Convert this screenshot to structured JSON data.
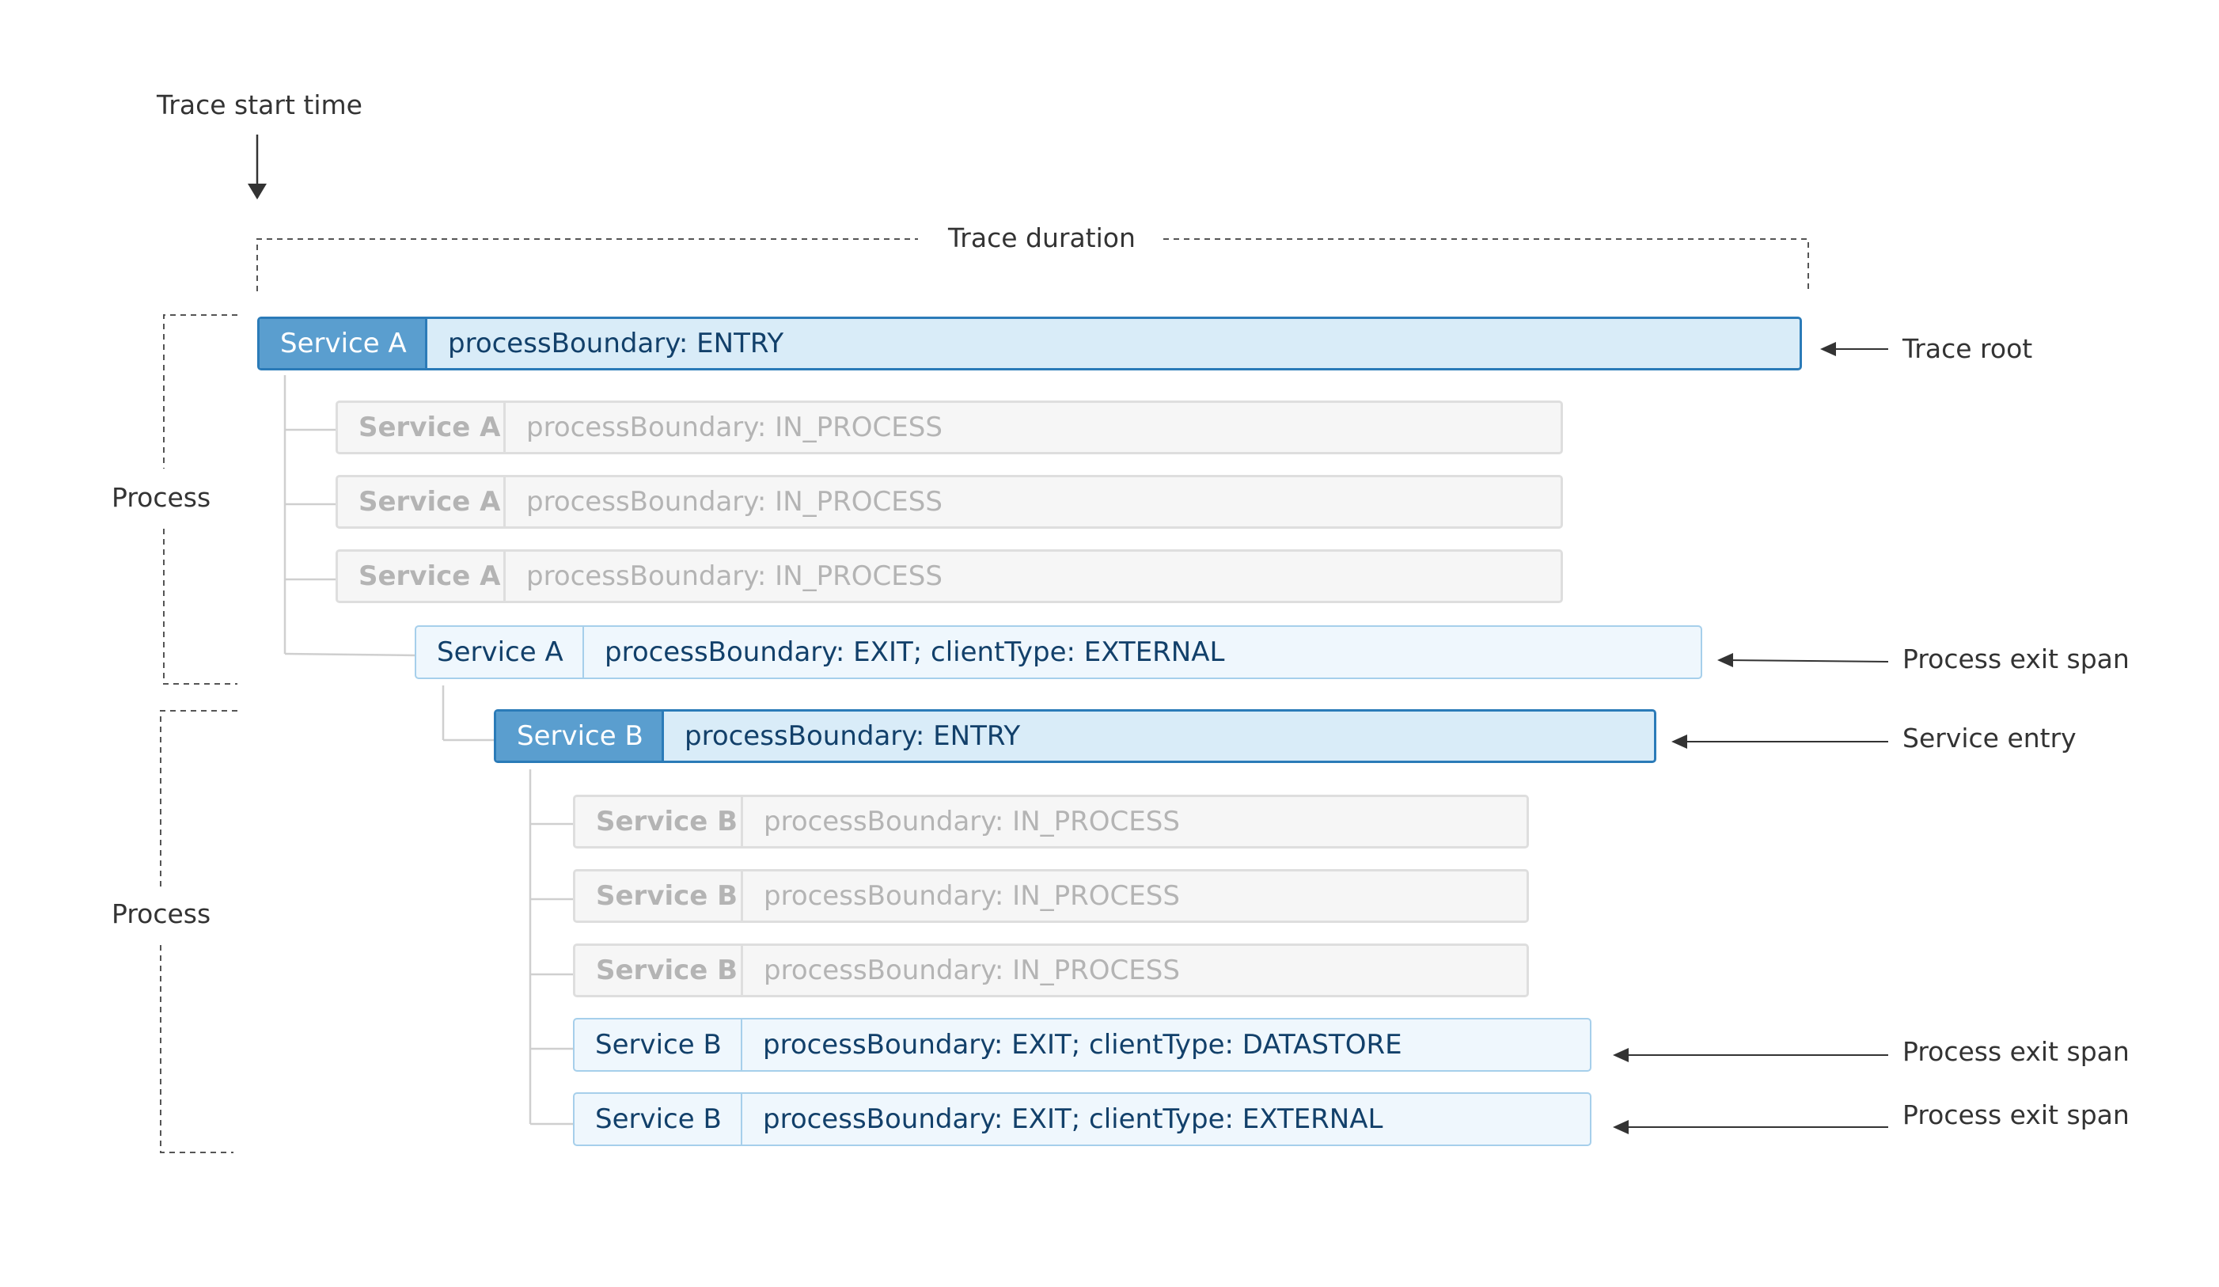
{
  "labels": {
    "trace_start_time": "Trace start time",
    "trace_duration": "Trace duration",
    "trace_root": "Trace root",
    "process_1": "Process",
    "process_2": "Process",
    "process_exit_span_1": "Process exit span",
    "service_entry": "Service entry",
    "process_exit_span_2": "Process exit span",
    "process_exit_span_3": "Process exit span"
  },
  "spans": [
    {
      "service": "Service A",
      "description": "processBoundary: ENTRY",
      "kind": "entry"
    },
    {
      "service": "Service A",
      "description": "processBoundary: IN_PROCESS",
      "kind": "in-process"
    },
    {
      "service": "Service A",
      "description": "processBoundary: IN_PROCESS",
      "kind": "in-process"
    },
    {
      "service": "Service A",
      "description": "processBoundary: IN_PROCESS",
      "kind": "in-process"
    },
    {
      "service": "Service A",
      "description": "processBoundary: EXIT; clientType: EXTERNAL",
      "kind": "exit"
    },
    {
      "service": "Service B",
      "description": "processBoundary: ENTRY",
      "kind": "entry"
    },
    {
      "service": "Service B",
      "description": "processBoundary: IN_PROCESS",
      "kind": "in-process"
    },
    {
      "service": "Service B",
      "description": "processBoundary: IN_PROCESS",
      "kind": "in-process"
    },
    {
      "service": "Service B",
      "description": "processBoundary: IN_PROCESS",
      "kind": "in-process"
    },
    {
      "service": "Service B",
      "description": "processBoundary: EXIT; clientType: DATASTORE",
      "kind": "exit"
    },
    {
      "service": "Service B",
      "description": "processBoundary: EXIT; clientType: EXTERNAL",
      "kind": "exit"
    }
  ],
  "colors": {
    "entry_header": "#5a9ecf",
    "entry_border": "#2b7bb8",
    "entry_fill": "#d9ecf8",
    "exit_border": "#a6cfeb",
    "exit_fill": "#eff7fd",
    "in_process_border": "#dedede",
    "in_process_fill": "#f6f6f6",
    "in_process_text": "#b4b4b4",
    "span_text": "#12406a",
    "annotation_text": "#333333"
  }
}
